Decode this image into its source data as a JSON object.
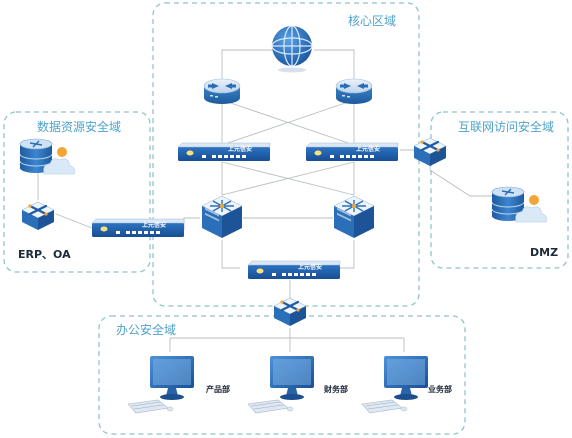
{
  "zones": {
    "core": "核心区域",
    "data": "数据资源安全域",
    "internet": "互联网访问安全域",
    "office": "办公安全域"
  },
  "labels": {
    "erp": "ERP、OA",
    "dmz": "DMZ",
    "product": "产品部",
    "finance": "财务部",
    "business": "业务部"
  },
  "firewall_brand": "上元信安",
  "colors": {
    "zone_border": "#8ec4cc",
    "zone_label": "#4fa3c9",
    "firewall": "#1f5da8",
    "router": "#2d6fb6",
    "link": "#b8bec6",
    "monitor": "#1f63b0"
  }
}
